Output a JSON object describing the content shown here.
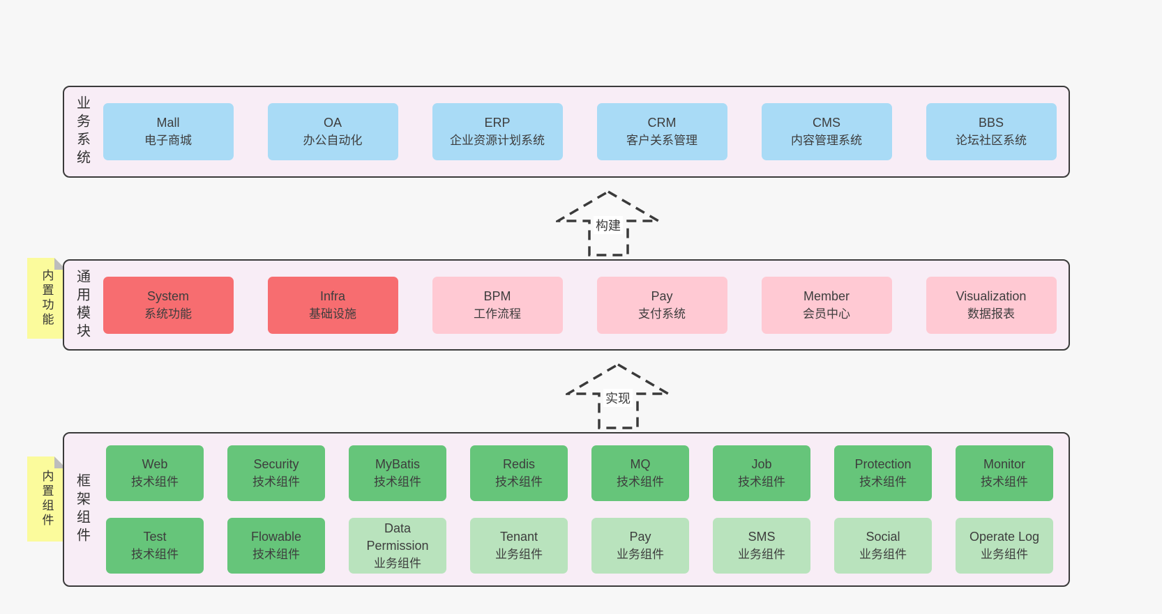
{
  "diagram": {
    "arrows": [
      {
        "label": "构建"
      },
      {
        "label": "实现"
      }
    ],
    "sections": [
      {
        "side_label": "业务系统",
        "boxes": [
          {
            "title": "Mall",
            "subtitle": "电子商城",
            "variant": "blue"
          },
          {
            "title": "OA",
            "subtitle": "办公自动化",
            "variant": "blue"
          },
          {
            "title": "ERP",
            "subtitle": "企业资源计划系统",
            "variant": "blue"
          },
          {
            "title": "CRM",
            "subtitle": "客户关系管理",
            "variant": "blue"
          },
          {
            "title": "CMS",
            "subtitle": "内容管理系统",
            "variant": "blue"
          },
          {
            "title": "BBS",
            "subtitle": "论坛社区系统",
            "variant": "blue"
          }
        ]
      },
      {
        "side_label": "通用模块",
        "sticky": "内置功能",
        "boxes": [
          {
            "title": "System",
            "subtitle": "系统功能",
            "variant": "red"
          },
          {
            "title": "Infra",
            "subtitle": "基础设施",
            "variant": "red"
          },
          {
            "title": "BPM",
            "subtitle": "工作流程",
            "variant": "pink"
          },
          {
            "title": "Pay",
            "subtitle": "支付系统",
            "variant": "pink"
          },
          {
            "title": "Member",
            "subtitle": "会员中心",
            "variant": "pink"
          },
          {
            "title": "Visualization",
            "subtitle": "数据报表",
            "variant": "pink"
          }
        ]
      },
      {
        "side_label": "框架组件",
        "sticky": "内置组件",
        "rows": [
          [
            {
              "title": "Web",
              "subtitle": "技术组件",
              "variant": "green-dark"
            },
            {
              "title": "Security",
              "subtitle": "技术组件",
              "variant": "green-dark"
            },
            {
              "title": "MyBatis",
              "subtitle": "技术组件",
              "variant": "green-dark"
            },
            {
              "title": "Redis",
              "subtitle": "技术组件",
              "variant": "green-dark"
            },
            {
              "title": "MQ",
              "subtitle": "技术组件",
              "variant": "green-dark"
            },
            {
              "title": "Job",
              "subtitle": "技术组件",
              "variant": "green-dark"
            },
            {
              "title": "Protection",
              "subtitle": "技术组件",
              "variant": "green-dark"
            },
            {
              "title": "Monitor",
              "subtitle": "技术组件",
              "variant": "green-dark"
            }
          ],
          [
            {
              "title": "Test",
              "subtitle": "技术组件",
              "variant": "green-dark"
            },
            {
              "title": "Flowable",
              "subtitle": "技术组件",
              "variant": "green-dark"
            },
            {
              "title": "Data Permission",
              "subtitle": "业务组件",
              "variant": "green-light"
            },
            {
              "title": "Tenant",
              "subtitle": "业务组件",
              "variant": "green-light"
            },
            {
              "title": "Pay",
              "subtitle": "业务组件",
              "variant": "green-light"
            },
            {
              "title": "SMS",
              "subtitle": "业务组件",
              "variant": "green-light"
            },
            {
              "title": "Social",
              "subtitle": "业务组件",
              "variant": "green-light"
            },
            {
              "title": "Operate Log",
              "subtitle": "业务组件",
              "variant": "green-light"
            }
          ]
        ]
      }
    ],
    "colors": {
      "page_bg": "#f7f7f7",
      "container_bg": "#f8edf6",
      "container_border": "#3a3a3a",
      "blue": "#a9dbf6",
      "red": "#f76d70",
      "pink": "#ffc9d3",
      "green_dark": "#66c57a",
      "green_light": "#b9e3bd",
      "sticky_yellow": "#fbfb9c",
      "fold_gray": "#bdbdbd"
    }
  }
}
